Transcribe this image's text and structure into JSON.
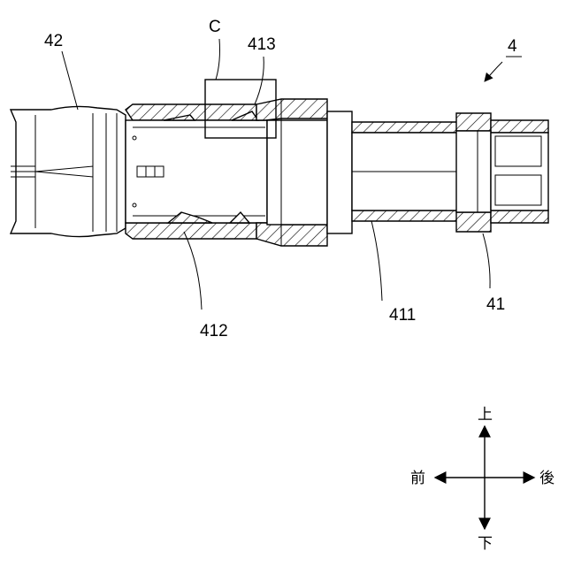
{
  "labels": {
    "c": "C",
    "p413": "413",
    "p4": "4",
    "p42": "42",
    "p412": "412",
    "p411": "411",
    "p41": "41"
  },
  "directions": {
    "up": "上",
    "down": "下",
    "front": "前",
    "back": "後"
  }
}
